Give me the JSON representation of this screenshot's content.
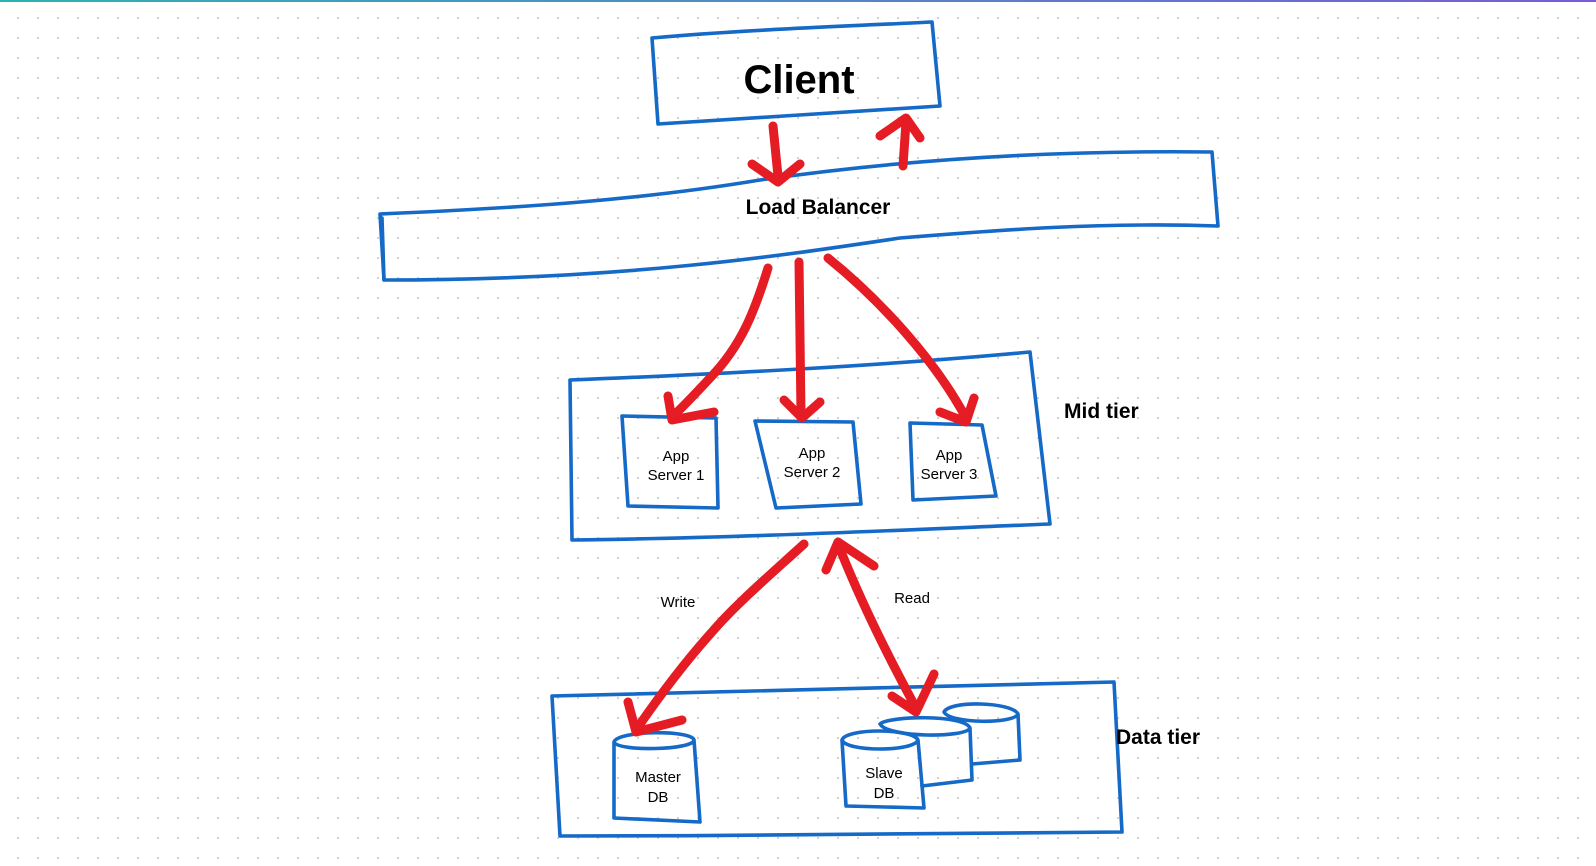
{
  "diagram": {
    "client": "Client",
    "load_balancer": "Load Balancer",
    "mid_tier": "Mid tier",
    "data_tier": "Data tier",
    "app_servers": [
      {
        "line1": "App",
        "line2": "Server 1"
      },
      {
        "line1": "App",
        "line2": "Server 2"
      },
      {
        "line1": "App",
        "line2": "Server 3"
      }
    ],
    "master_db": {
      "line1": "Master",
      "line2": "DB"
    },
    "slave_db": {
      "line1": "Slave",
      "line2": "DB"
    },
    "write_label": "Write",
    "read_label": "Read"
  },
  "colors": {
    "box_stroke": "#1569c7",
    "arrow_stroke": "#e51c23",
    "background": "#ffffff",
    "grid_dots": "#cfcfcf"
  }
}
